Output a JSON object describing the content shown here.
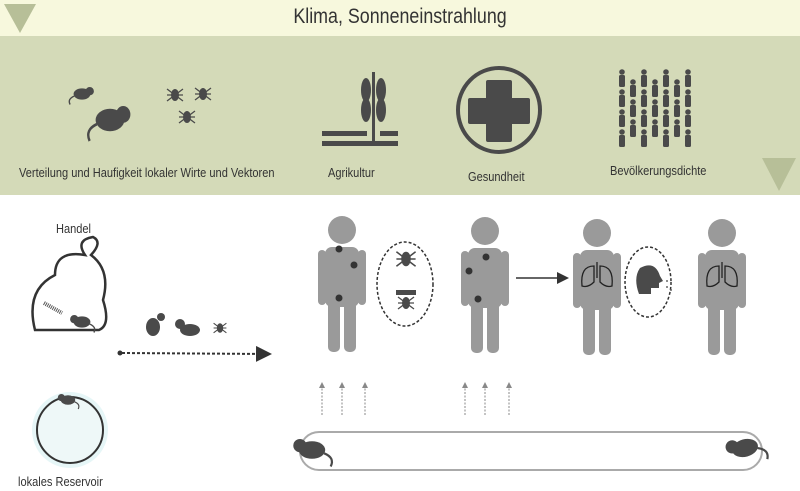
{
  "header": {
    "title": "Klima, Sonneneinstrahlung"
  },
  "factors": [
    {
      "label": "Verteilung und Haufigkeit lokaler Wirte und Vektoren",
      "icon": "rodents-and-insects-icon"
    },
    {
      "label": "Agrikultur",
      "icon": "wheat-icon"
    },
    {
      "label": "Gesundheit",
      "icon": "health-cross-icon"
    },
    {
      "label": "Bevölkerungsdichte",
      "icon": "crowd-icon"
    }
  ],
  "diagram": {
    "trade_label": "Handel",
    "reservoir_label": "lokales Reservoir"
  },
  "colors": {
    "band_top": "#f7f8dd",
    "band_factors": "#d4dab8",
    "triangle": "#b7bf98",
    "icon": "#4a4a4a",
    "person": "#9a9a9a"
  }
}
